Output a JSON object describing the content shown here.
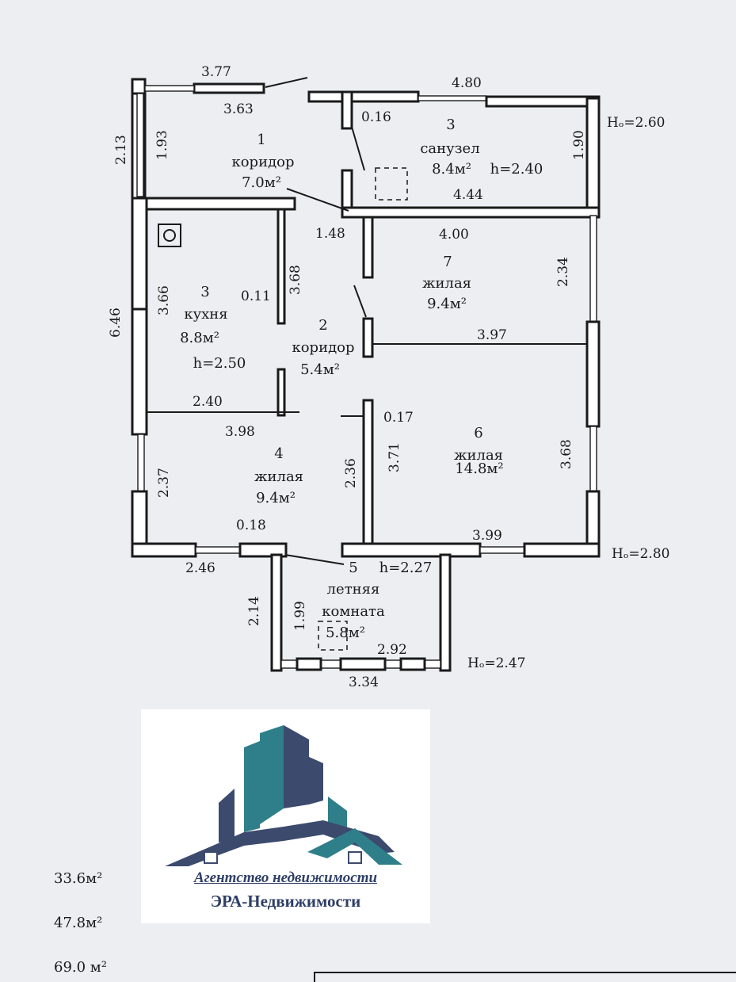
{
  "rooms": [
    {
      "id": "r1",
      "num": "1",
      "name": "коридор",
      "area": "7.0м²"
    },
    {
      "id": "r2",
      "num": "2",
      "name": "коридор",
      "area": "5.4м²"
    },
    {
      "id": "r3a",
      "num": "3",
      "name": "санузел",
      "area": "8.4м²",
      "h": "h=2.40"
    },
    {
      "id": "r3b",
      "num": "3",
      "name": "кухня",
      "area": "8.8м²",
      "h": "h=2.50"
    },
    {
      "id": "r4",
      "num": "4",
      "name": "жилая",
      "area": "9.4м²"
    },
    {
      "id": "r5",
      "num": "5",
      "name1": "летняя",
      "name2": "комната",
      "area": "5.8м²",
      "h": "h=2.27"
    },
    {
      "id": "r6",
      "num": "6",
      "name": "жилая",
      "area": "14.8м²"
    },
    {
      "id": "r7",
      "num": "7",
      "name": "жилая",
      "area": "9.4м²"
    }
  ],
  "dims": {
    "d377": "3.77",
    "d363": "3.63",
    "d480": "4.80",
    "d016": "0.16",
    "d190": "1.90",
    "d444": "4.44",
    "d213": "2.13",
    "d193": "1.93",
    "d148": "1.48",
    "d400": "4.00",
    "d234": "2.34",
    "d646": "6.46",
    "d366": "3.66",
    "d368a": "3.68",
    "d011": "0.11",
    "d397": "3.97",
    "d240": "2.40",
    "d398": "3.98",
    "d017": "0.17",
    "d371": "3.71",
    "d368b": "3.68",
    "d237": "2.37",
    "d236": "2.36",
    "d018": "0.18",
    "d399": "3.99",
    "d246": "2.46",
    "d214": "2.14",
    "d199": "1.99",
    "d292": "2.92",
    "d334": "3.34"
  },
  "heights": {
    "top": "Hₒ=2.60",
    "mid": "Hₒ=2.80",
    "bot": "Hₒ=2.47"
  },
  "totals": [
    "33.6м²",
    "47.8м²",
    "69.0 м²"
  ],
  "logo": {
    "line1": "Агентство недвижимости",
    "line2": "ЭРА-Недвижимости"
  },
  "colors": {
    "navy": "#3c4a6e",
    "teal": "#2e7f8a",
    "paper": "#eceef2"
  }
}
